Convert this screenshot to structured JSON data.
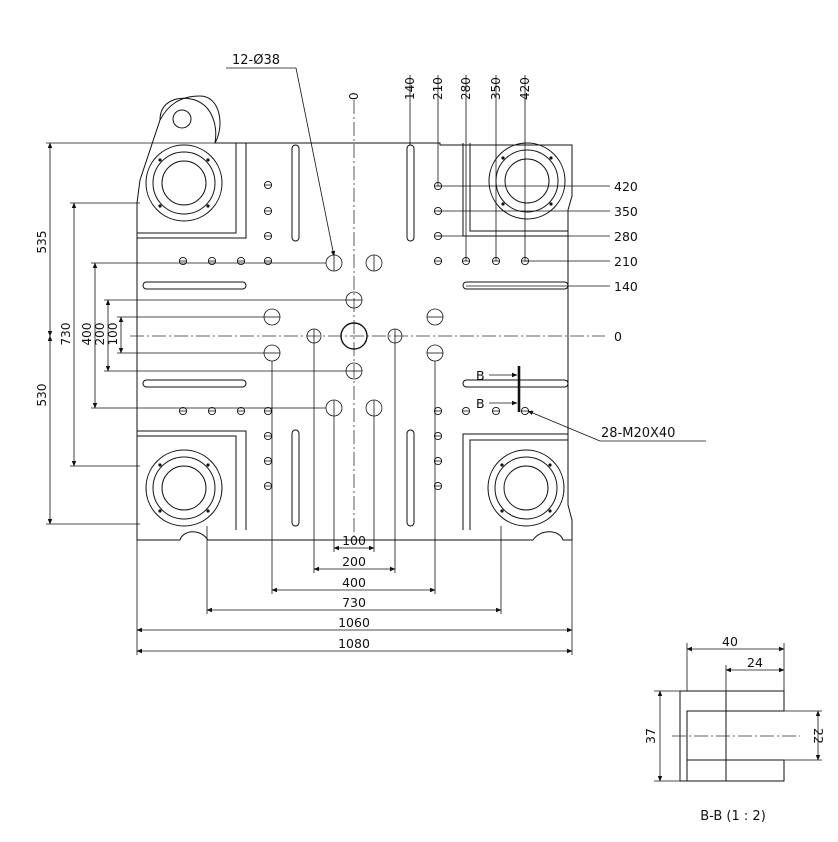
{
  "drawing": {
    "callouts": {
      "holes": "12-Ø38",
      "threads": "28-M20X40"
    },
    "top_ticks": [
      "0",
      "140",
      "210",
      "280",
      "350",
      "420"
    ],
    "right_ticks": [
      "420",
      "350",
      "280",
      "210",
      "140",
      "0"
    ],
    "left_dims": {
      "d535": "535",
      "d530": "530",
      "d730": "730",
      "d400": "400",
      "d200": "200",
      "d100": "100"
    },
    "bottom_dims": {
      "d100": "100",
      "d200": "200",
      "d400": "400",
      "d730": "730",
      "d1060": "1060",
      "d1080": "1080"
    },
    "section_marker": "B",
    "section": {
      "d40": "40",
      "d24": "24",
      "d37": "37",
      "d22": "22",
      "title": "B-B (1 : 2)"
    }
  }
}
